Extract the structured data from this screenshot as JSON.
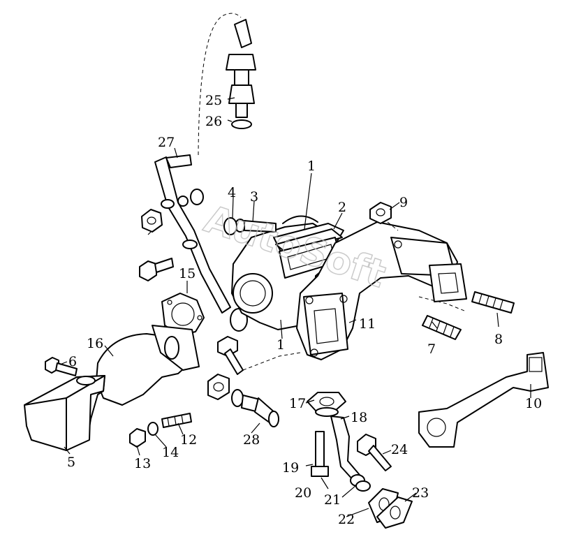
{
  "watermark": "AutoSoft",
  "callouts": [
    "1",
    "2",
    "3",
    "4",
    "5",
    "6",
    "7",
    "8",
    "9",
    "10",
    "11",
    "12",
    "13",
    "14",
    "15",
    "16",
    "17",
    "18",
    "19",
    "20",
    "21",
    "22",
    "23",
    "24",
    "25",
    "26",
    "27",
    "28",
    "1"
  ]
}
